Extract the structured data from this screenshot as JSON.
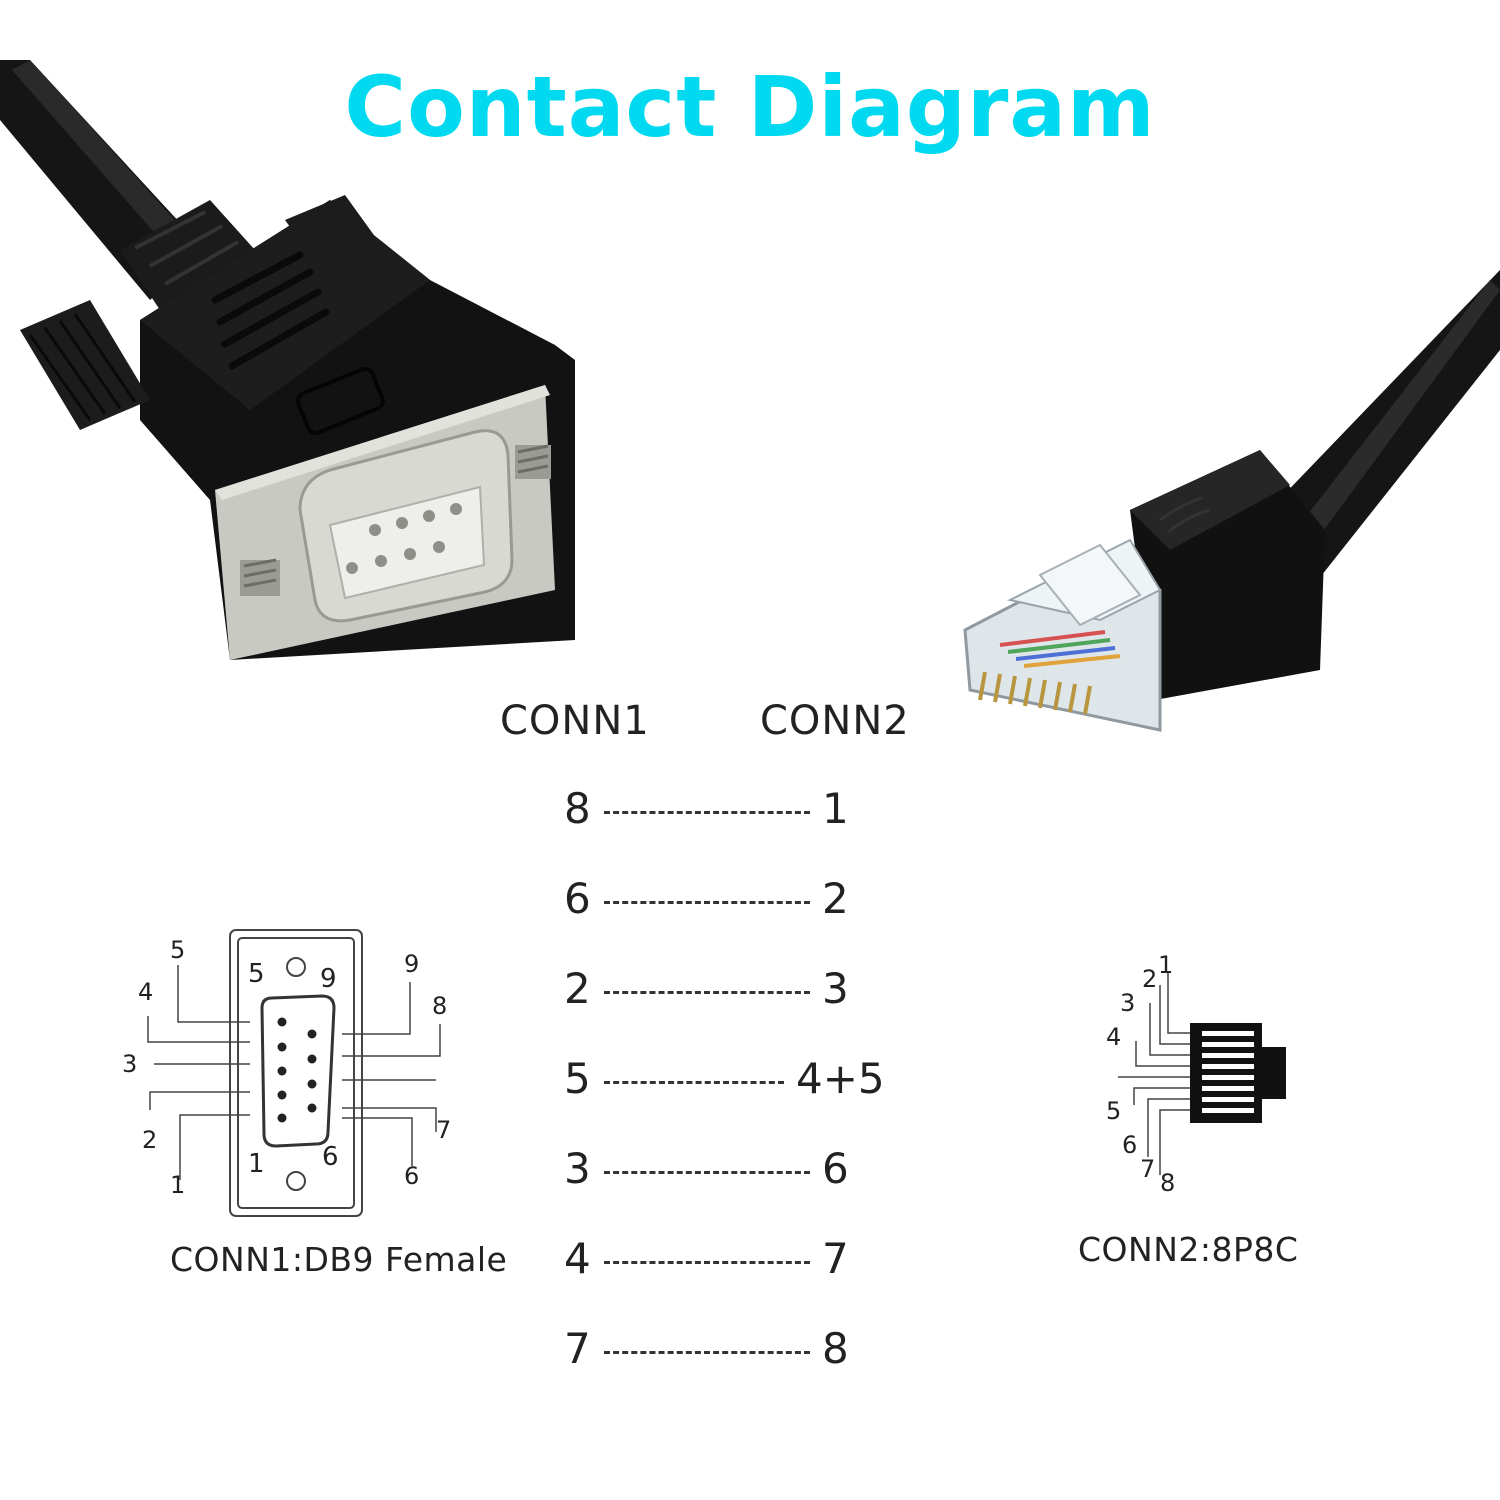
{
  "title": "Contact Diagram",
  "colors": {
    "title": "#00d9ef",
    "cable": "#111111",
    "metal": "#c9c9c4",
    "text": "#222222"
  },
  "columns": {
    "conn1": "CONN1",
    "conn2": "CONN2"
  },
  "mapping": [
    {
      "from": "8",
      "to": "1"
    },
    {
      "from": "6",
      "to": "2"
    },
    {
      "from": "2",
      "to": "3"
    },
    {
      "from": "5",
      "to": "4+5"
    },
    {
      "from": "3",
      "to": "6"
    },
    {
      "from": "4",
      "to": "7"
    },
    {
      "from": "7",
      "to": "8"
    }
  ],
  "db9": {
    "caption": "CONN1:DB9 Female",
    "inner_labels": [
      "5",
      "9",
      "1",
      "6"
    ],
    "outer_labels": [
      "5",
      "4",
      "3",
      "2",
      "1",
      "9",
      "8",
      "7",
      "6"
    ]
  },
  "rj45": {
    "caption": "CONN2:8P8C",
    "pin_labels": [
      "1",
      "2",
      "3",
      "4",
      "5",
      "6",
      "7",
      "8"
    ]
  }
}
